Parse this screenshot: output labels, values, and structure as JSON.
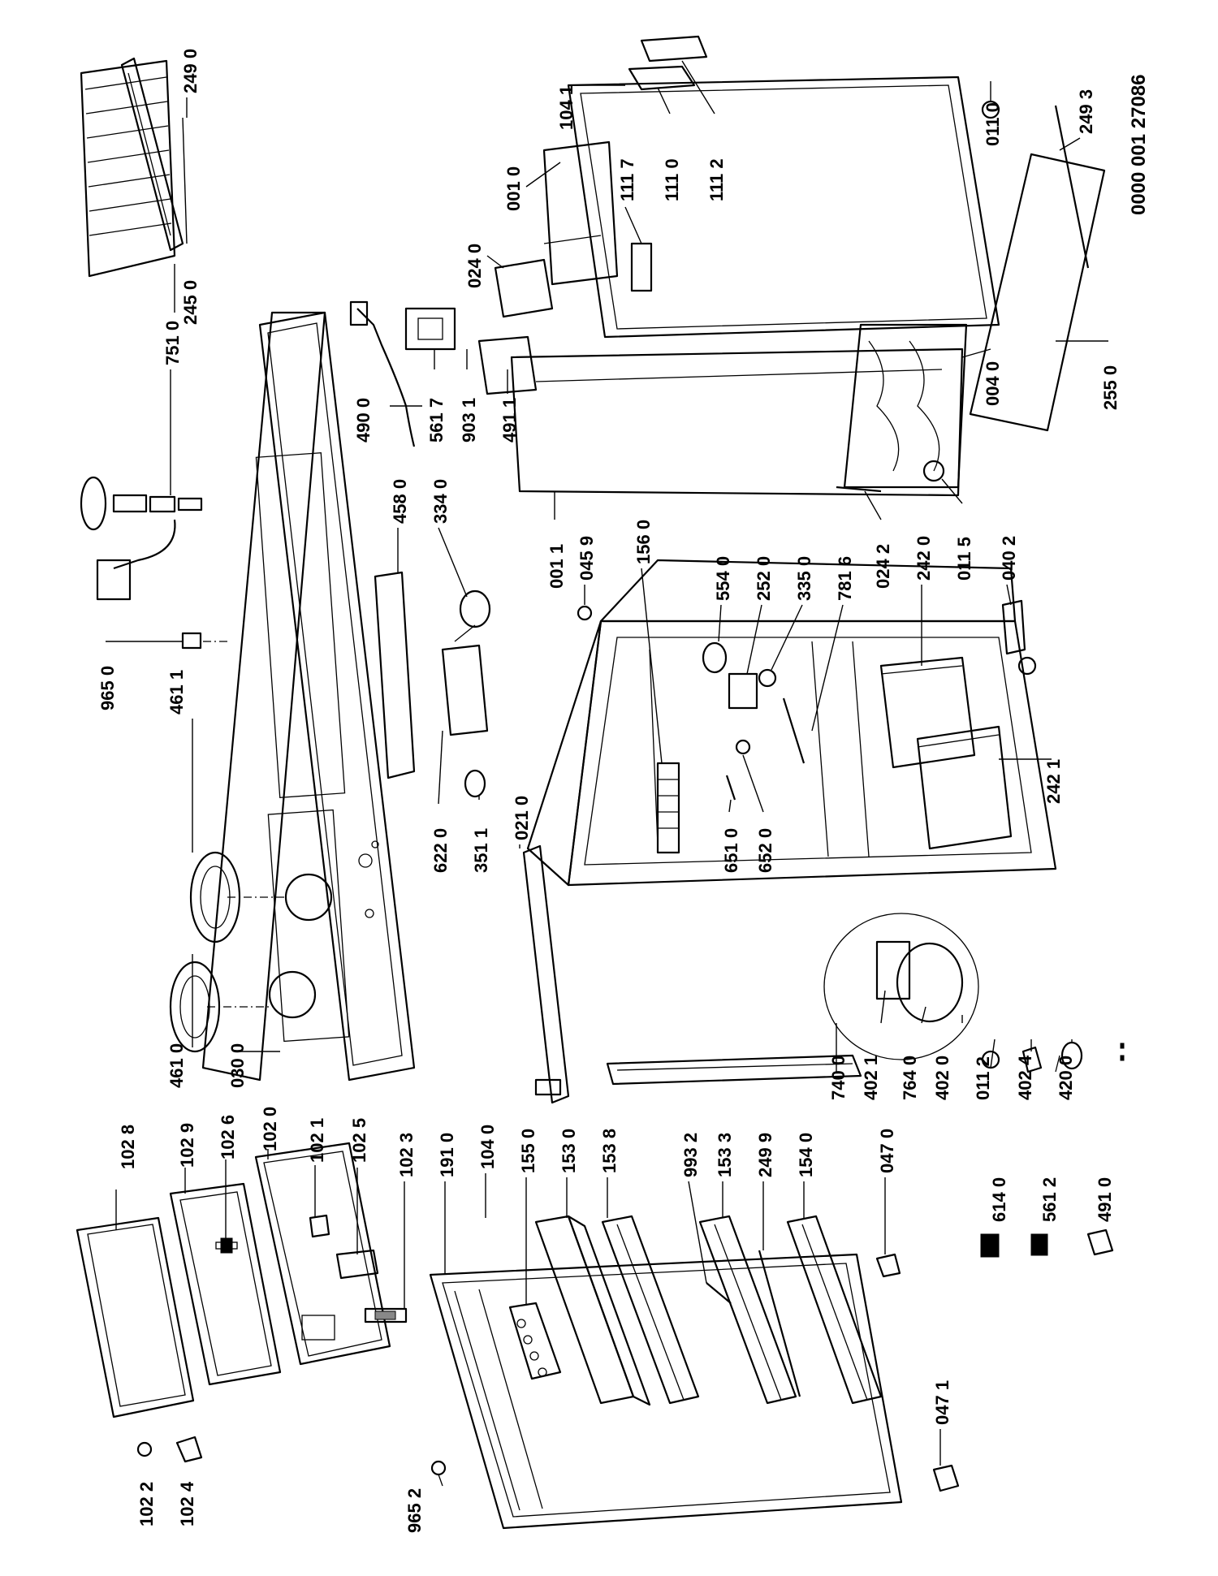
{
  "document_number": "0000 001 27086",
  "part_labels": [
    "102 8",
    "102 9",
    "102 6",
    "102 0",
    "102 1",
    "102 5",
    "102 3",
    "102 2",
    "102 4",
    "191 0",
    "104 0",
    "155 0",
    "153 0",
    "153 8",
    "993 2",
    "153 3",
    "249 9",
    "154 0",
    "047 0",
    "047 1",
    "965 2",
    "614 0",
    "561 2",
    "491 0",
    "461 0",
    "030 0",
    "461 1",
    "965 0",
    "751 0",
    "249 0",
    "245 0",
    "490 0",
    "561 7",
    "903 1",
    "491 1",
    "458 0",
    "334 0",
    "622 0",
    "351 1",
    "021 0",
    "001 1",
    "045 9",
    "156 0",
    "554 0",
    "252 0",
    "335 0",
    "781 6",
    "024 2",
    "242 0",
    "242 1",
    "651 0",
    "652 0",
    "011 5",
    "040 2",
    "740 0",
    "402 1",
    "764 0",
    "402 0",
    "011 2",
    "402 4",
    "420 0",
    "104 1",
    "001 0",
    "024 0",
    "111 7",
    "111 0",
    "111 2",
    "011 0",
    "249 3",
    "004 0",
    "255 0"
  ]
}
